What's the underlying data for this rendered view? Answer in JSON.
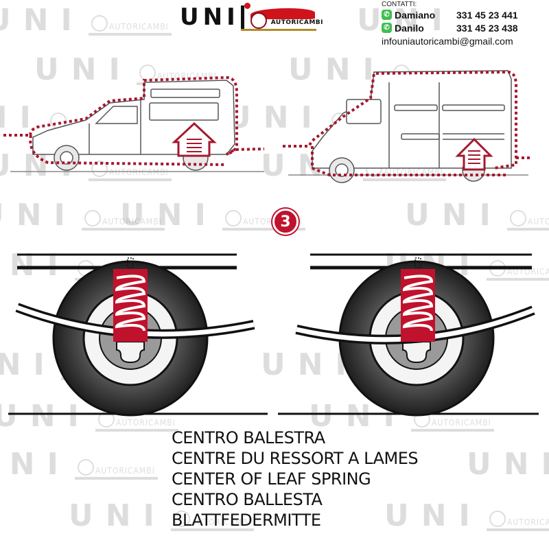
{
  "header": {
    "logo": {
      "brand": "UNI",
      "subtitle": "AUTORICAMBI"
    },
    "contacts": {
      "title": "CONTATTI:",
      "people": [
        {
          "icon": "whatsapp-icon",
          "name": "Damiano",
          "phone": "331 45 23 441"
        },
        {
          "icon": "whatsapp-icon",
          "name": "Danilo",
          "phone": "331 45 23 438"
        }
      ],
      "email": "infouniautoricambi@gmail.com"
    }
  },
  "illustration": {
    "step_number": "3",
    "vehicles": [
      "small-van-side-view",
      "large-van-side-view"
    ],
    "detail": "coil spring mounted at the centre of the leaf spring above the axle (two wheel views)"
  },
  "captions": [
    "CENTRO BALESTRA",
    "CENTRE DU RESSORT A LAMES",
    "CENTER OF LEAF SPRING",
    "CENTRO BALLESTA",
    "BLATTFEDERMITTE"
  ],
  "watermark": {
    "brand": "UNI",
    "subtitle": "AUTORICAMBI"
  },
  "colors": {
    "accent_red": "#c0122d",
    "dotted_outline": "#a5182e",
    "tire": "#2a2a2a",
    "text": "#111111",
    "whatsapp": "#3fbf4f"
  }
}
